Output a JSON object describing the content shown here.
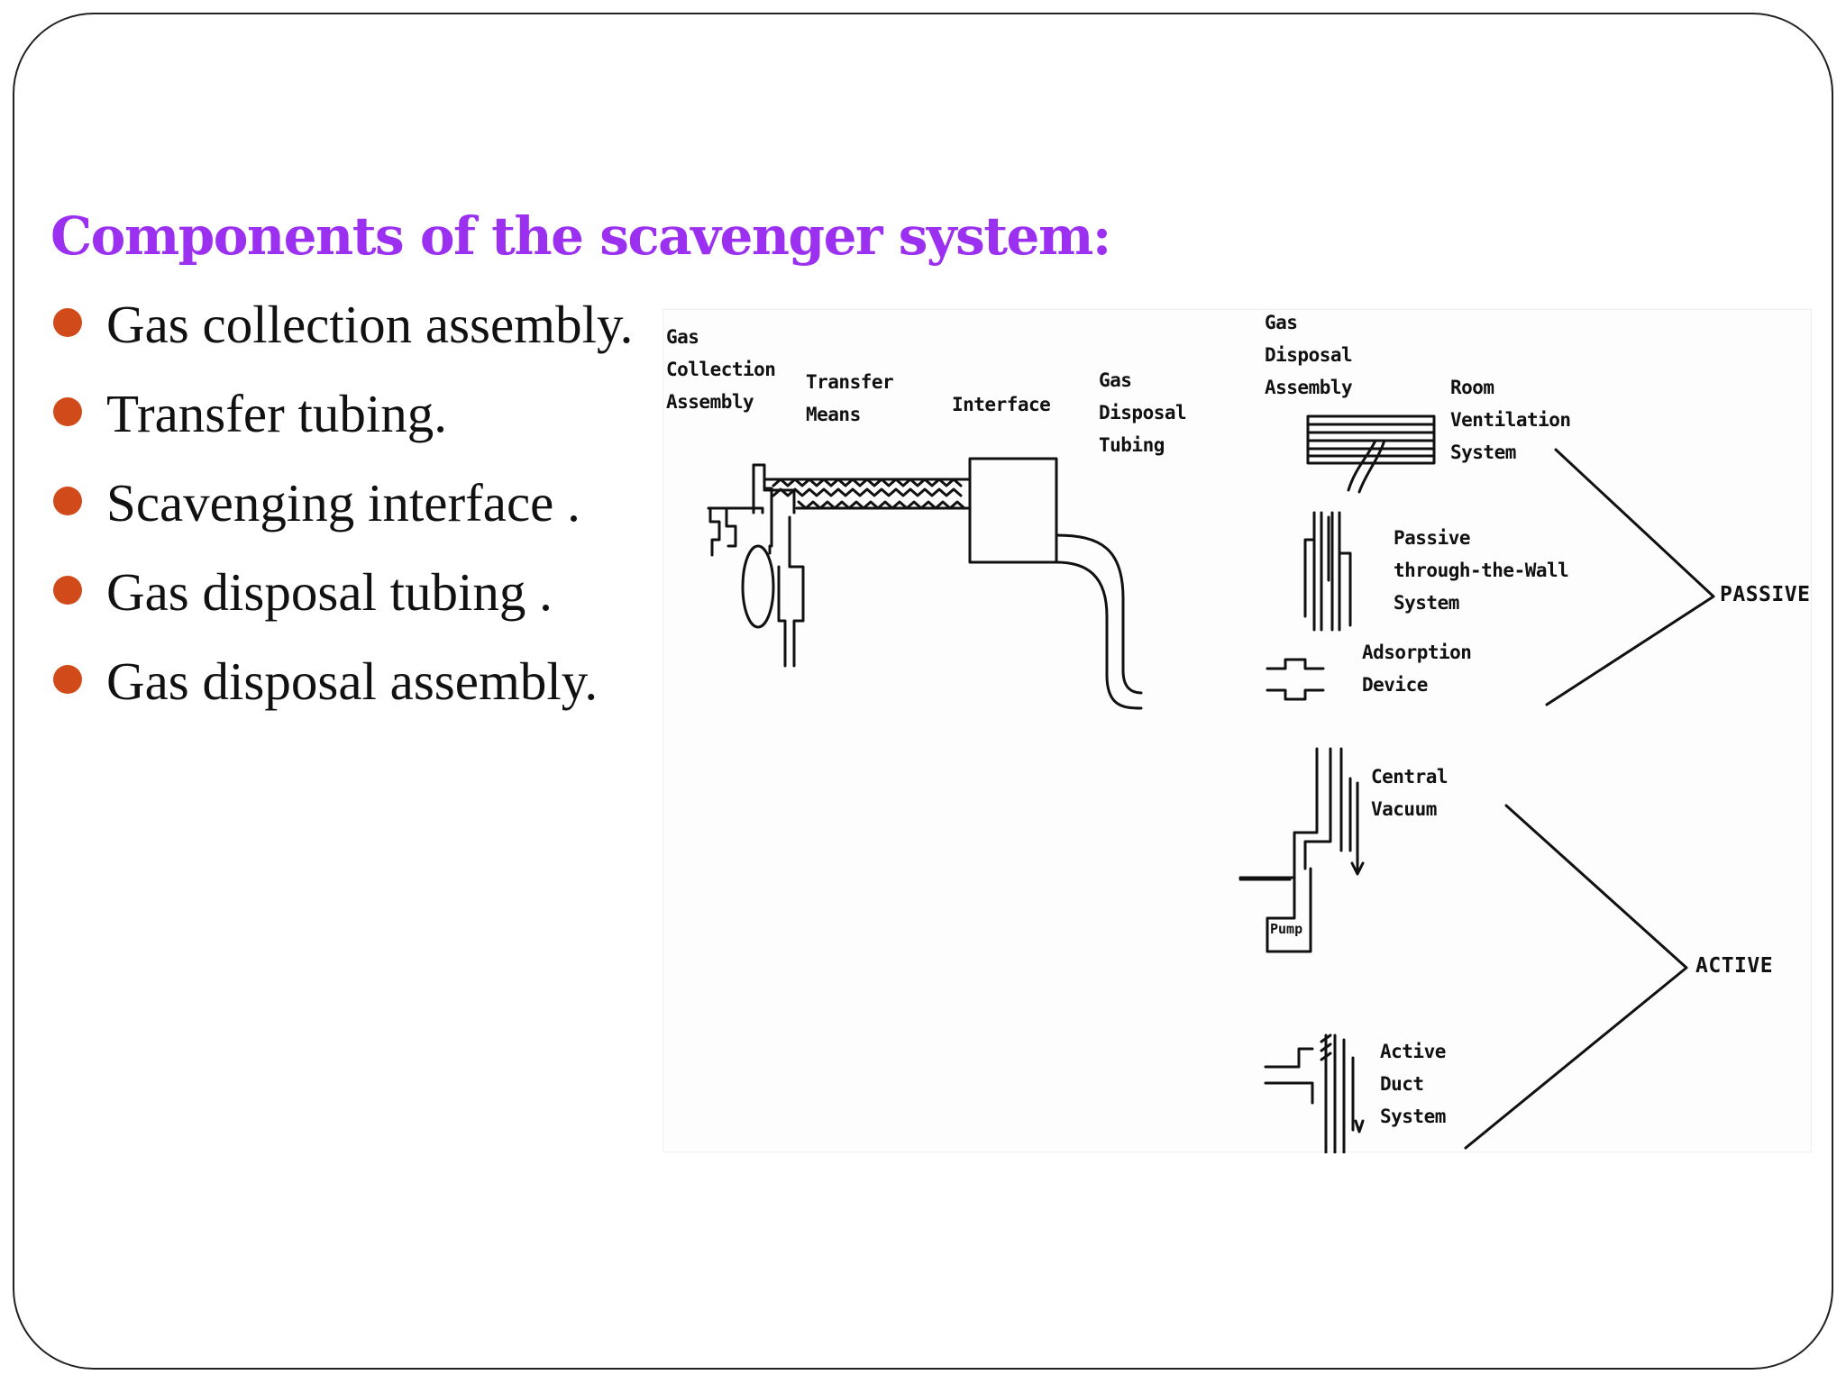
{
  "slide": {
    "title": "Components of the scavenger system:",
    "bullets": [
      "Gas collection assembly.",
      "Transfer tubing.",
      "Scavenging interface .",
      "Gas disposal tubing .",
      "Gas disposal assembly."
    ]
  },
  "colors": {
    "title": "#9b30f0",
    "bullet": "#d14b1a",
    "text": "#111111"
  },
  "diagram": {
    "labels": {
      "gas_collection": "Gas\nCollection\nAssembly",
      "transfer_means": "Transfer\nMeans",
      "interface": "Interface",
      "gas_disposal_tubing": "Gas\nDisposal\nTubing",
      "gas_disposal_assembly": "Gas\nDisposal\nAssembly",
      "room_ventilation": "Room\nVentilation\nSystem",
      "passive_wall": "Passive\nthrough-the-Wall\nSystem",
      "adsorption": "Adsorption\nDevice",
      "central_vacuum": "Central\nVacuum",
      "pump": "Pump",
      "active_duct": "Active\nDuct\nSystem"
    },
    "groups": {
      "passive": "PASSIVE",
      "active": "ACTIVE"
    }
  }
}
